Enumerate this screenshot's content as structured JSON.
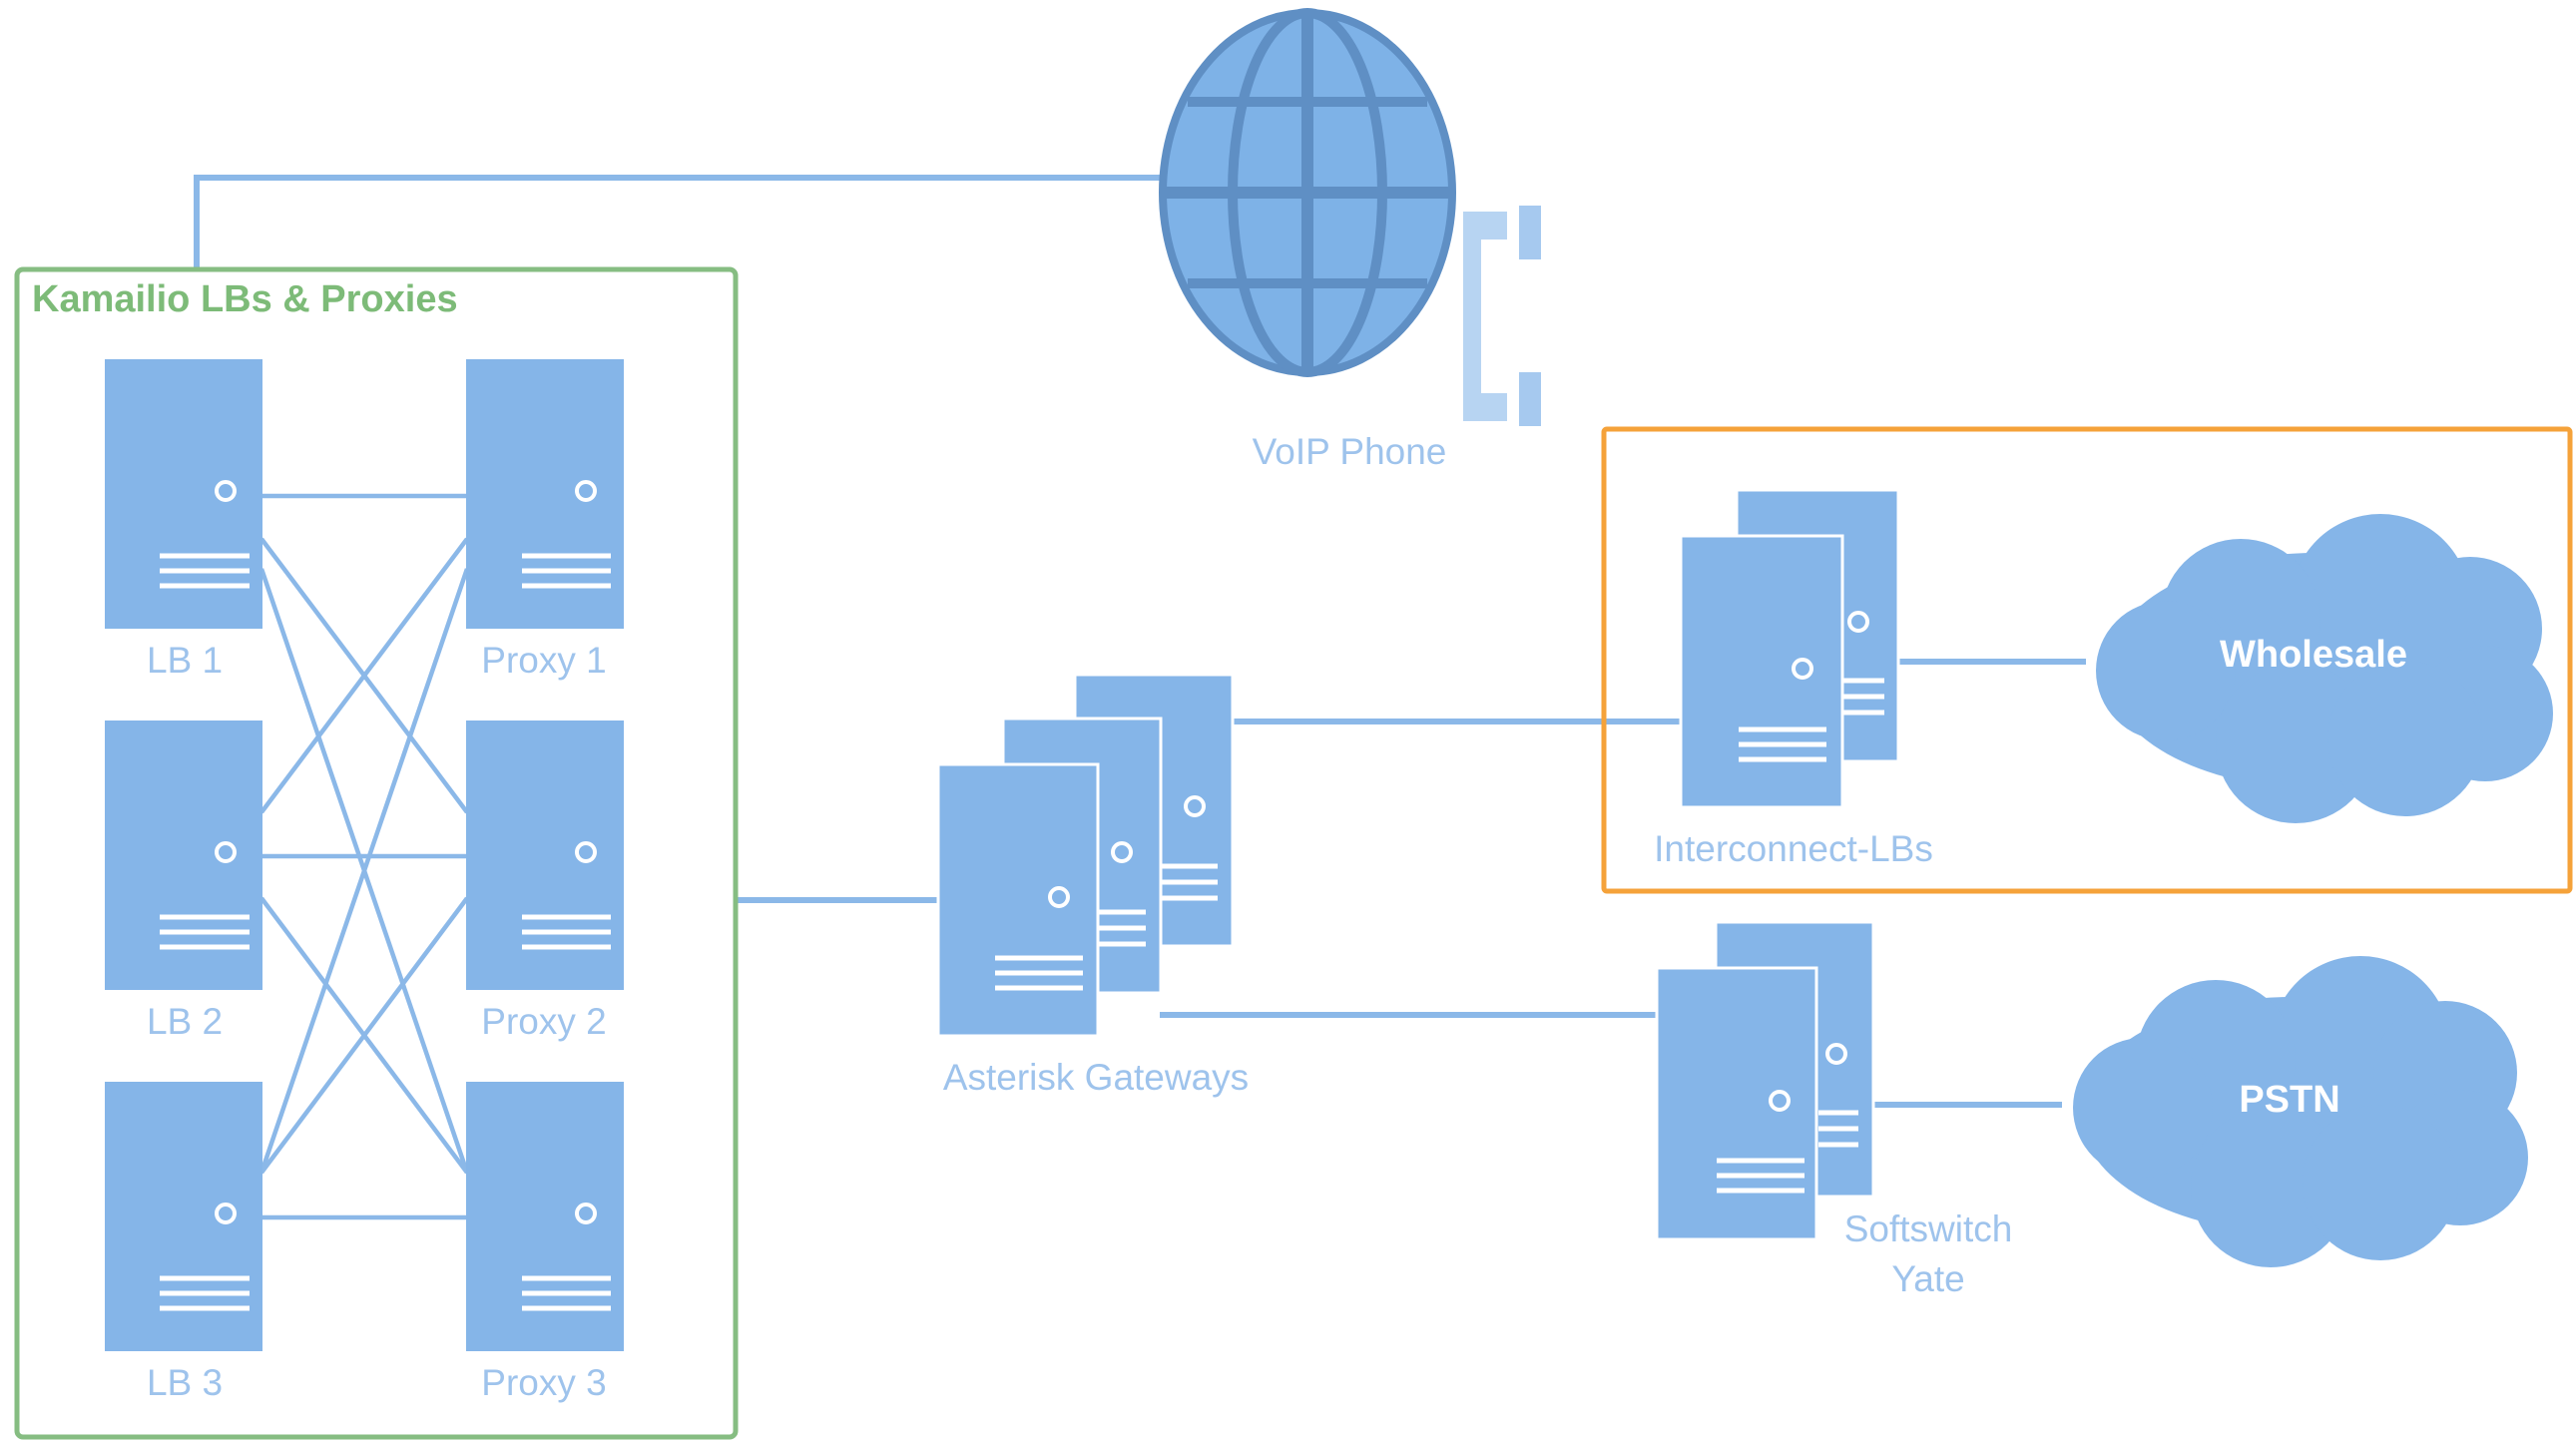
{
  "groups": {
    "kamailio_title": "Kamailio LBs & Proxies"
  },
  "nodes": {
    "lb1": "LB 1",
    "lb2": "LB 2",
    "lb3": "LB 3",
    "proxy1": "Proxy 1",
    "proxy2": "Proxy 2",
    "proxy3": "Proxy 3",
    "voip_phone": "VoIP Phone",
    "asterisk": "Asterisk Gateways",
    "interconnect": "Interconnect-LBs",
    "softswitch_line1": "Softswitch",
    "softswitch_line2": "Yate",
    "wholesale": "Wholesale",
    "pstn": "PSTN"
  },
  "colors": {
    "server": "#85b5e8",
    "link": "#8bb8e8",
    "label": "#9ec3ec",
    "kamailio_border": "#86bd82",
    "interconnect_border": "#f5a23a",
    "globe": "#7eb2e7",
    "globe_lines": "#5f8fc4"
  }
}
